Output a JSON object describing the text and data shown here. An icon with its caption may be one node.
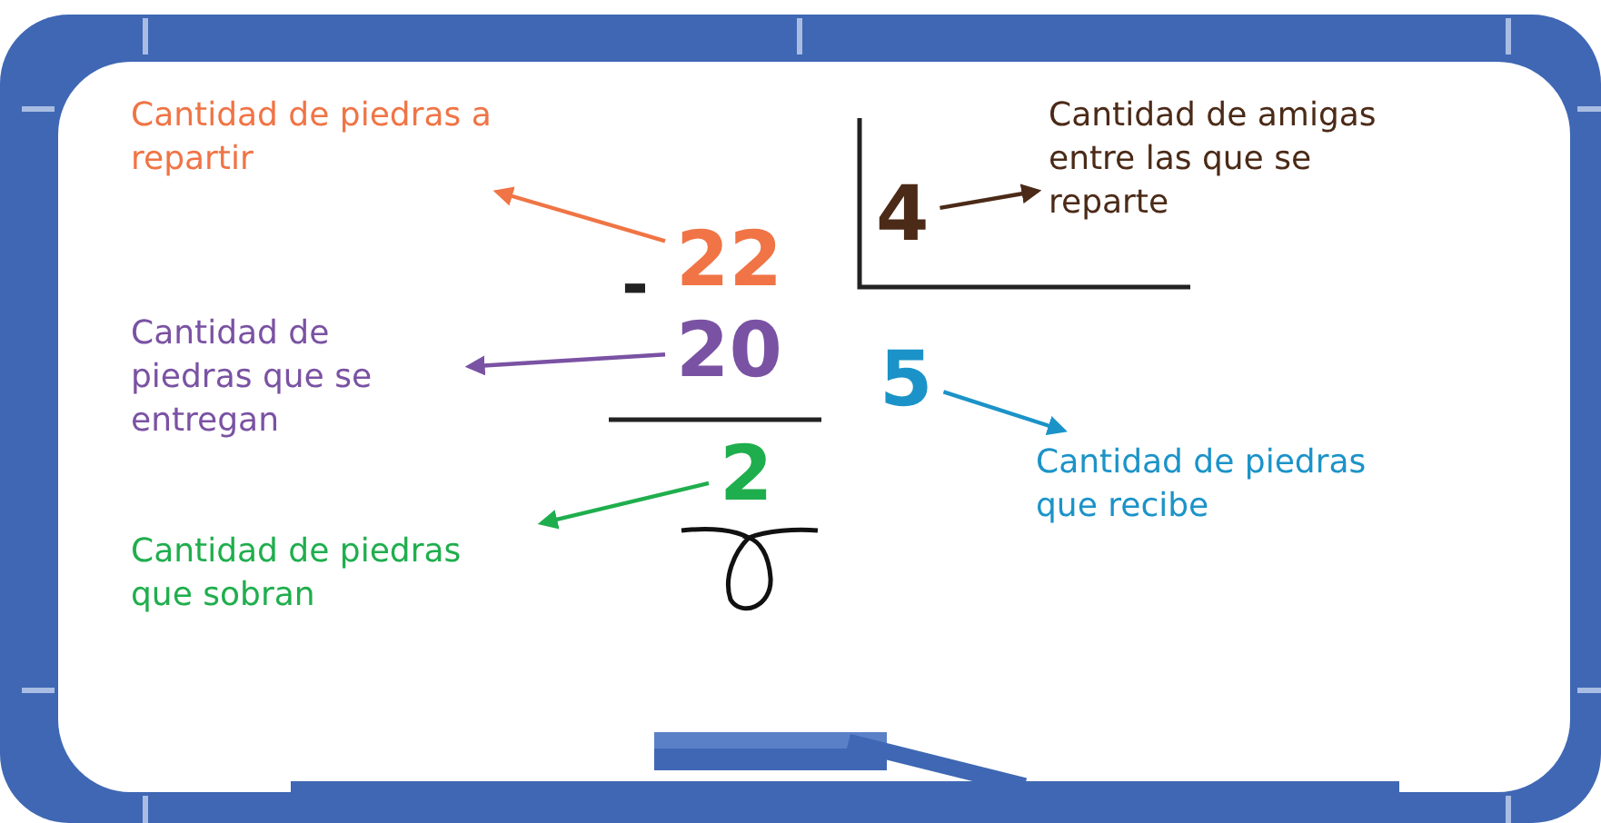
{
  "diagram": {
    "nodes": [
      {
        "text": [
          "Cantidad de piedras a repartir"
        ]
      },
      {
        "text": [
          "22"
        ]
      },
      {
        "text": [
          "4"
        ]
      },
      {
        "text": [
          "Cantidad de amigas entre las que se reparte"
        ]
      },
      {
        "text": [
          "Cantidad de piedras que se entregan"
        ]
      },
      {
        "text": [
          "20"
        ]
      },
      {
        "text": [
          "5"
        ]
      },
      {
        "text": [
          "Cantidad de piedras que recibe"
        ]
      },
      {
        "text": [
          "2"
        ]
      },
      {
        "text": [
          "Cantidad de piedras que sobran"
        ]
      }
    ],
    "edges": [
      {
        "from": 1,
        "to": 0,
        "arrow": "to",
        "color": "#f07445"
      },
      {
        "from": 2,
        "to": 3,
        "arrow": "to",
        "color": "#4b2a17"
      },
      {
        "from": 5,
        "to": 4,
        "arrow": "to",
        "color": "#7a52a3"
      },
      {
        "from": 6,
        "to": 7,
        "arrow": "to",
        "color": "#1b93c8"
      },
      {
        "from": 8,
        "to": 9,
        "arrow": "to",
        "color": "#1fae4d"
      }
    ],
    "labels": [
      "-"
    ]
  }
}
